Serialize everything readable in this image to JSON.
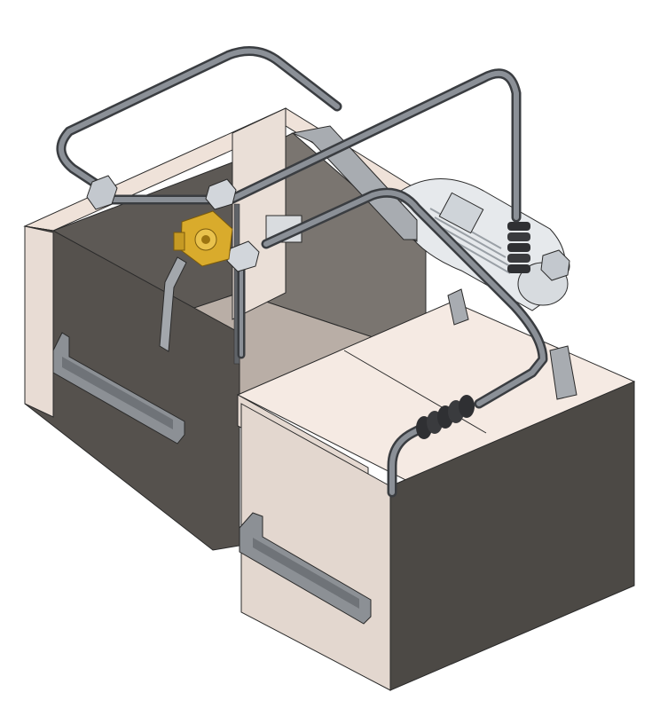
{
  "figure": {
    "description_visible_text": "",
    "colors": {
      "background": "#ffffff",
      "tank_top_light": "#f3e7df",
      "tank_front_light": "#e6dad3",
      "tank_side_dark": "#4e4b47",
      "tank_side_mid": "#6a6661",
      "tank_inner_dark": "#3f3c39",
      "tube_gray": "#7d8289",
      "tube_highlight": "#b7bcc3",
      "handle_gray": "#8a8e93",
      "valve_brass": "#d7a92b",
      "valve_brass_dark": "#9c7411",
      "motor_light": "#e9ecef",
      "motor_mid": "#c9ced4",
      "bellows_dark": "#2e2f31",
      "outline": "#2a2a2a"
    },
    "parts": [
      {
        "name": "left-tank",
        "label": ""
      },
      {
        "name": "right-tank",
        "label": ""
      },
      {
        "name": "motor-pump",
        "label": ""
      },
      {
        "name": "brass-valve",
        "label": ""
      },
      {
        "name": "piping",
        "label": ""
      }
    ]
  }
}
